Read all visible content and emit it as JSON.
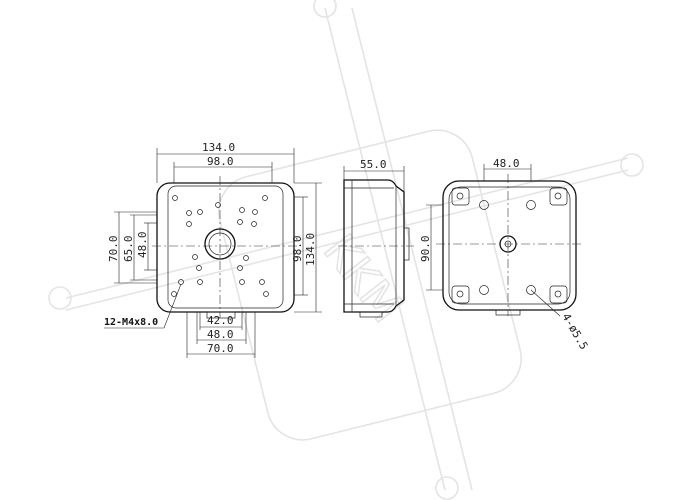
{
  "front_view": {
    "dims": {
      "width_outer": "134.0",
      "width_inner": "98.0",
      "height_70": "70.0",
      "height_65": "65.0",
      "height_48": "48.0",
      "height_98": "98.0",
      "height_134": "134.0",
      "bottom_42": "42.0",
      "bottom_48": "48.0",
      "bottom_70": "70.0"
    },
    "callout": "12-M4x8.0"
  },
  "side_view": {
    "dims": {
      "depth": "55.0"
    }
  },
  "back_view": {
    "dims": {
      "width_48": "48.0",
      "height_90": "90.0",
      "holes": "4-ø5.5"
    }
  },
  "watermark": {
    "text": "KKM"
  },
  "colors": {
    "line": "#111111",
    "watermark": "#e4e4e4"
  }
}
